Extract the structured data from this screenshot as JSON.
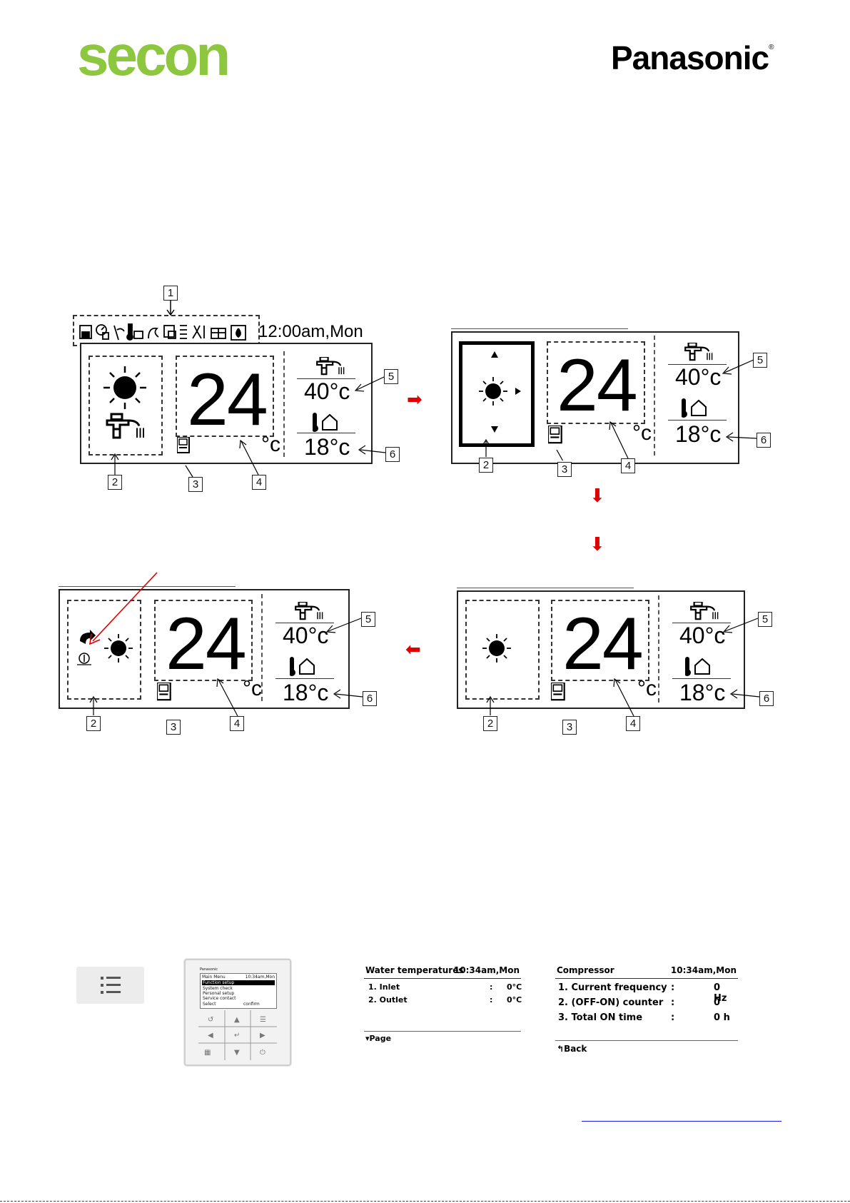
{
  "header": {
    "logo_left": "secon",
    "logo_right": "Panasonic"
  },
  "screen1": {
    "clock": "12:00am,Mon",
    "big_temp": "24",
    "unit": "°c",
    "tank_temp": "40°c",
    "room_temp": "18°c"
  },
  "screen2": {
    "big_temp": "24",
    "unit": "°c",
    "tank_temp": "40°c",
    "room_temp": "18°c"
  },
  "screen3": {
    "big_temp": "24",
    "unit": "°c",
    "tank_temp": "40°c",
    "room_temp": "18°c"
  },
  "screen4": {
    "big_temp": "24",
    "unit": "°c",
    "tank_temp": "40°c",
    "room_temp": "18°c"
  },
  "callouts": {
    "c1": "1",
    "c2": "2",
    "c3": "3",
    "c4": "4",
    "c5": "5",
    "c6": "6"
  },
  "controller": {
    "brand": "Panasonic",
    "menu_title": "Main Menu",
    "menu_time": "10:34am,Mon",
    "items": [
      "Function setup",
      "System check",
      "Personal setup",
      "Service contact"
    ],
    "footer_left": "Select",
    "footer_right": "confirm"
  },
  "water_panel": {
    "title": "Water temperatures",
    "time": "10:34am,Mon",
    "rows": [
      {
        "label": "1. Inlet",
        "sep": ":",
        "value": "0°C"
      },
      {
        "label": "2. Outlet",
        "sep": ":",
        "value": "0°C"
      }
    ],
    "footer": "Page"
  },
  "compressor_panel": {
    "title": "Compressor",
    "time": "10:34am,Mon",
    "rows": [
      {
        "label": "1. Current frequency",
        "sep": ":",
        "value": "0 Hz"
      },
      {
        "label": "2. (OFF-ON) counter",
        "sep": ":",
        "value": "0"
      },
      {
        "label": "3. Total ON time",
        "sep": ":",
        "value": "0 h"
      }
    ],
    "footer": "Back"
  },
  "icons": [
    "sun-icon",
    "faucet-icon",
    "thermometer-icon",
    "house-icon",
    "menu-icon",
    "remote-icon",
    "arrow-right-icon",
    "arrow-down-icon",
    "arrow-left-icon"
  ],
  "colors": {
    "brand_green": "#8dc63f",
    "arrow_red": "#e00000",
    "link_blue": "#1a1aee"
  }
}
